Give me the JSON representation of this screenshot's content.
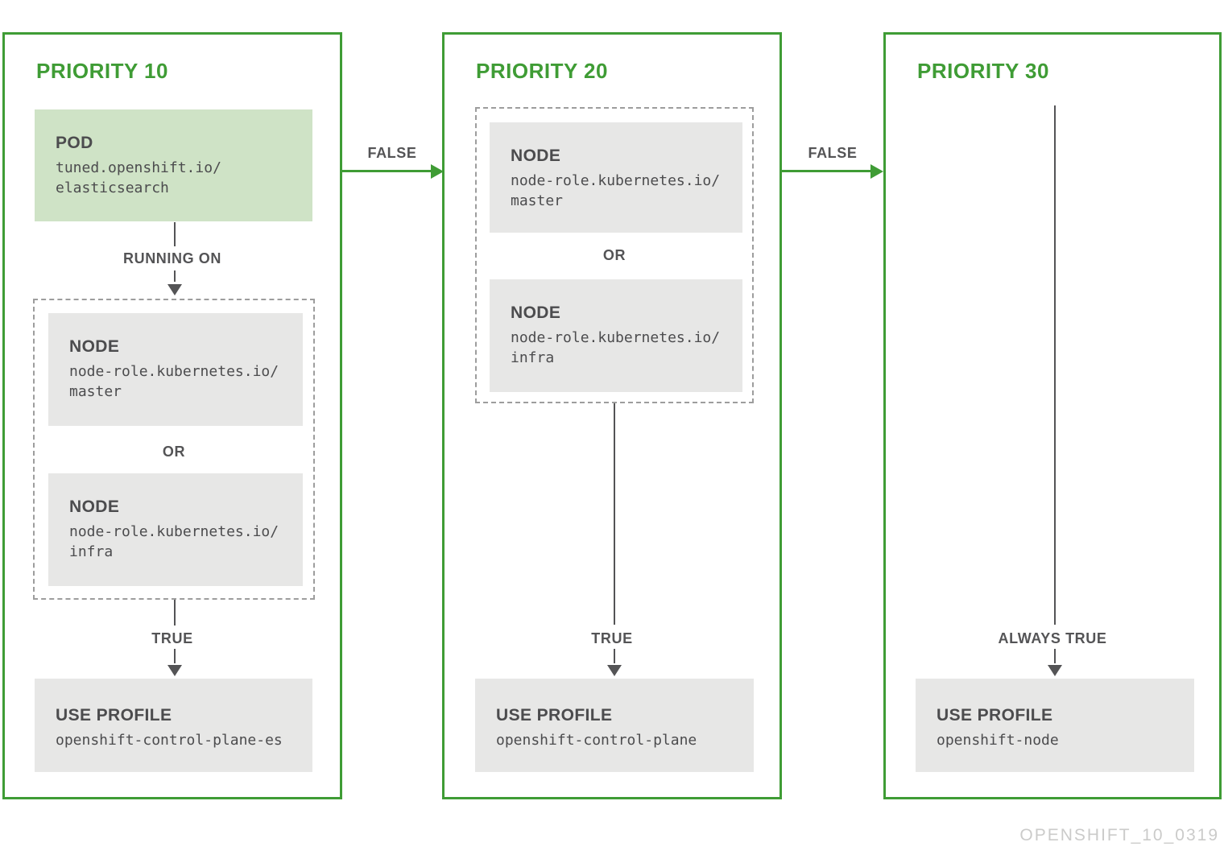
{
  "colors": {
    "green": "#3f9c35",
    "pod_fill": "#cfe3c6",
    "box_fill": "#e7e7e6",
    "text_dark": "#4c4c4e",
    "line_gray": "#545456",
    "dashed_border": "#9d9d9d",
    "watermark_gray": "#cbcbca"
  },
  "panels": [
    {
      "title": "PRIORITY 10",
      "pod": {
        "label": "POD",
        "value": "tuned.openshift.io/\nelasticsearch"
      },
      "running_on_label": "RUNNING ON",
      "node_group": {
        "or_label": "OR",
        "nodes": [
          {
            "label": "NODE",
            "value": "node-role.kubernetes.io/\nmaster"
          },
          {
            "label": "NODE",
            "value": "node-role.kubernetes.io/\ninfra"
          }
        ]
      },
      "result_label": "TRUE",
      "profile": {
        "label": "USE PROFILE",
        "value": "openshift-control-plane-es"
      }
    },
    {
      "title": "PRIORITY 20",
      "node_group": {
        "or_label": "OR",
        "nodes": [
          {
            "label": "NODE",
            "value": "node-role.kubernetes.io/\nmaster"
          },
          {
            "label": "NODE",
            "value": "node-role.kubernetes.io/\ninfra"
          }
        ]
      },
      "result_label": "TRUE",
      "profile": {
        "label": "USE PROFILE",
        "value": "openshift-control-plane"
      }
    },
    {
      "title": "PRIORITY 30",
      "result_label": "ALWAYS TRUE",
      "profile": {
        "label": "USE PROFILE",
        "value": "openshift-node"
      }
    }
  ],
  "connectors": [
    {
      "label": "FALSE"
    },
    {
      "label": "FALSE"
    }
  ],
  "watermark": "OPENSHIFT_10_0319"
}
